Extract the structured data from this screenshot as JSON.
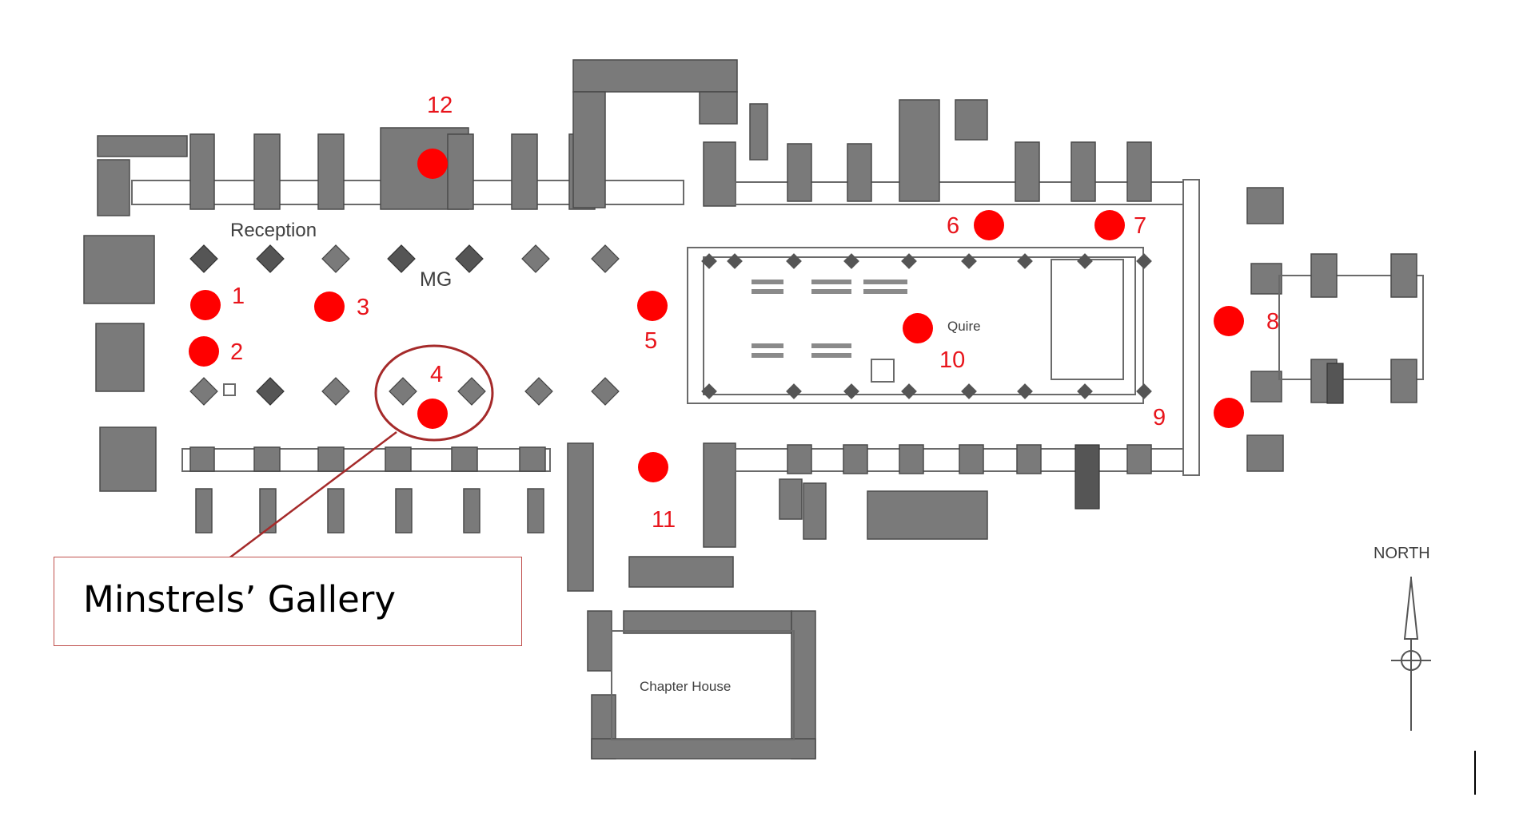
{
  "labels": {
    "reception": "Reception",
    "mg": "MG",
    "quire": "Quire",
    "chapter_house": "Chapter House",
    "north": "NORTH",
    "callout": "Minstrels’ Gallery"
  },
  "markers": [
    {
      "id": "1",
      "label": "1"
    },
    {
      "id": "2",
      "label": "2"
    },
    {
      "id": "3",
      "label": "3"
    },
    {
      "id": "4",
      "label": "4"
    },
    {
      "id": "5",
      "label": "5"
    },
    {
      "id": "6",
      "label": "6"
    },
    {
      "id": "7",
      "label": "7"
    },
    {
      "id": "8",
      "label": "8"
    },
    {
      "id": "9",
      "label": "9"
    },
    {
      "id": "10",
      "label": "10"
    },
    {
      "id": "11",
      "label": "11"
    },
    {
      "id": "12",
      "label": "12"
    }
  ],
  "colors": {
    "marker": "#ff0000",
    "marker_label": "#e8141b",
    "highlight_circle": "#a52a2a",
    "callout_border": "#c0504d",
    "plan_fill": "#7a7a7a"
  }
}
